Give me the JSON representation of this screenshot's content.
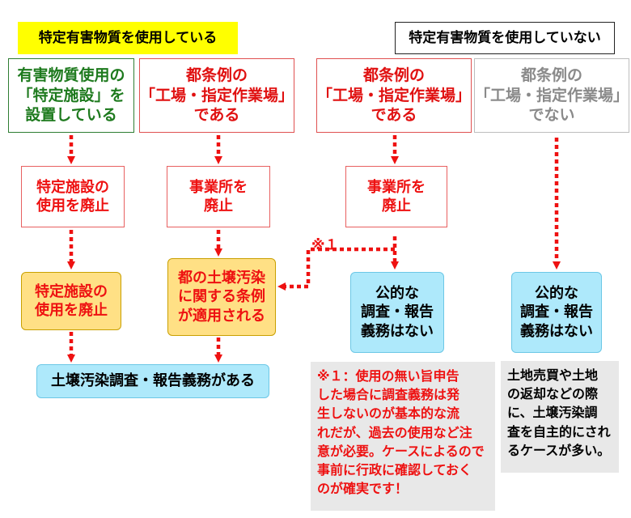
{
  "headers": {
    "uses": "特定有害物質を使用している",
    "not_uses": "特定有害物質を使用していない"
  },
  "row1": {
    "a": "有害物質使用の\n「特定施設」を\n設置している",
    "b": "都条例の\n「工場・指定作業場」\nである",
    "c": "都条例の\n「工場・指定作業場」\nである",
    "d": "都条例の\n「工場・指定作業場」\nでない"
  },
  "row2": {
    "a": "特定施設の\n使用を廃止",
    "b": "事業所を\n廃止",
    "c": "事業所を\n廃止"
  },
  "row3": {
    "a": "特定施設の\n使用を廃止",
    "b": "都の土壌汚染\nに関する条例\nが適用される",
    "c": "公的な\n調査・報告\n義務はない",
    "d": "公的な\n調査・報告\n義務はない"
  },
  "result": "土壌汚染調査・報告義務がある",
  "marker": "※１",
  "notes": {
    "red": "※１：使用の無い旨申告\nした場合に調査義務は発\n生しないのが基本的な流\nれだが、過去の使用など注\n意が必要。ケースによるので\n事前に行政に確認しておく\nのが確実です！",
    "black": "土地売買や土地\nの返却などの際\nに、土壌汚染調\n査を自主的にされ\nるケースが多い。"
  },
  "colors": {
    "arrow": "#ee1111",
    "green_text": "#1e7a1e",
    "red_text": "#ee1111",
    "gray_text": "#8a8a8a",
    "yellow_box": "#ffe085",
    "cyan_box": "#aee9fb",
    "header_yellow": "#ffff00"
  }
}
